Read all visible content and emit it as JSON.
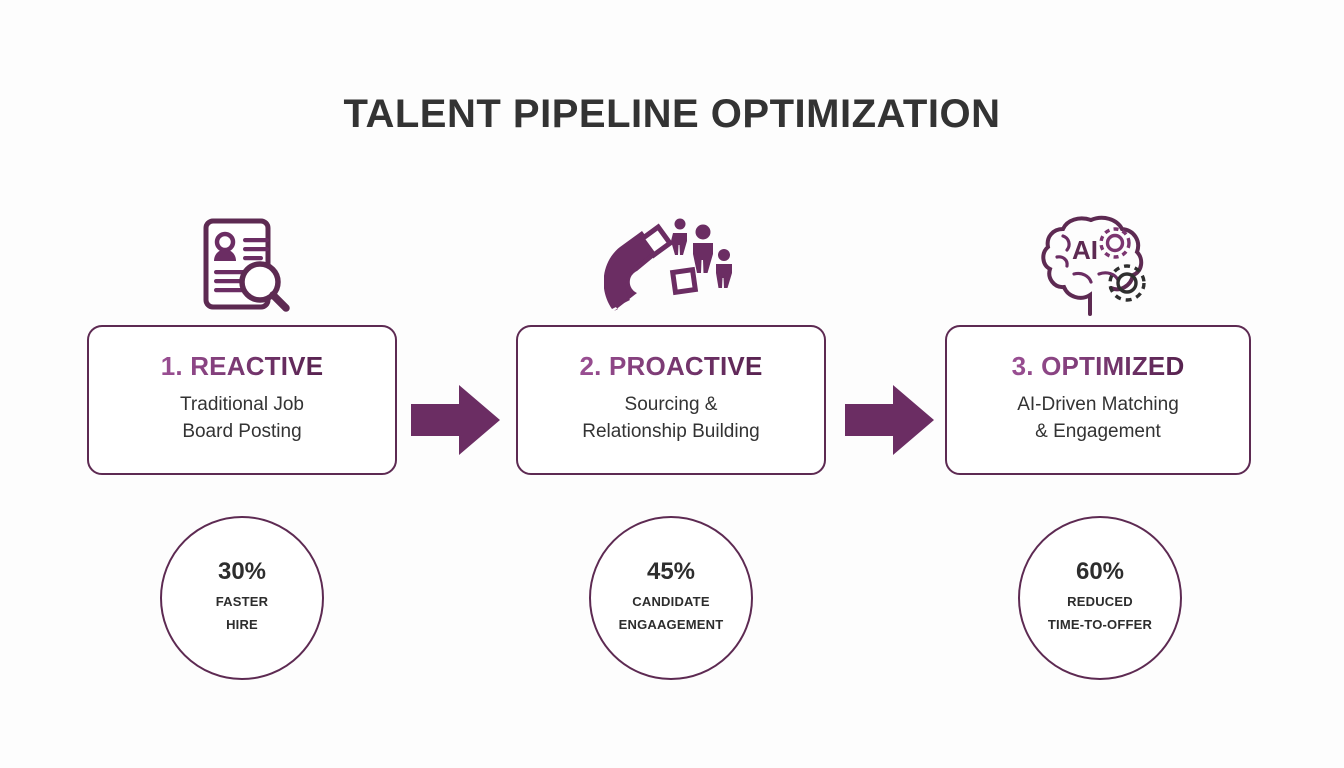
{
  "title": "TALENT PIPELINE OPTIMIZATION",
  "theme": {
    "background": "#fdfdfd",
    "accent_dark": "#5d2a52",
    "accent_mid": "#6b2d63",
    "accent_light": "#9a4f93",
    "text_dark": "#333333",
    "stat_text": "#2d2d2d"
  },
  "stages": [
    {
      "icon": "resume-search-icon",
      "heading": "1. REACTIVE",
      "description": "Traditional Job\nBoard Posting",
      "stat": {
        "value": "30%",
        "label": "FASTER\nHIRE"
      }
    },
    {
      "icon": "magnet-talent-attraction-icon",
      "heading": "2. PROACTIVE",
      "description": "Sourcing &\nRelationship Building",
      "stat": {
        "value": "45%",
        "label": "CANDIDATE\nENGAAGEMENT"
      }
    },
    {
      "icon": "ai-brain-gears-icon",
      "heading": "3. OPTIMIZED",
      "description": "AI-Driven Matching\n& Engagement",
      "stat": {
        "value": "60%",
        "label": "REDUCED\nTIME-TO-OFFER"
      }
    }
  ],
  "connectors": [
    {
      "name": "arrow-stage-1-to-2",
      "direction": "right"
    },
    {
      "name": "arrow-stage-2-to-3",
      "direction": "right"
    }
  ],
  "icon_label_ai": "AI"
}
